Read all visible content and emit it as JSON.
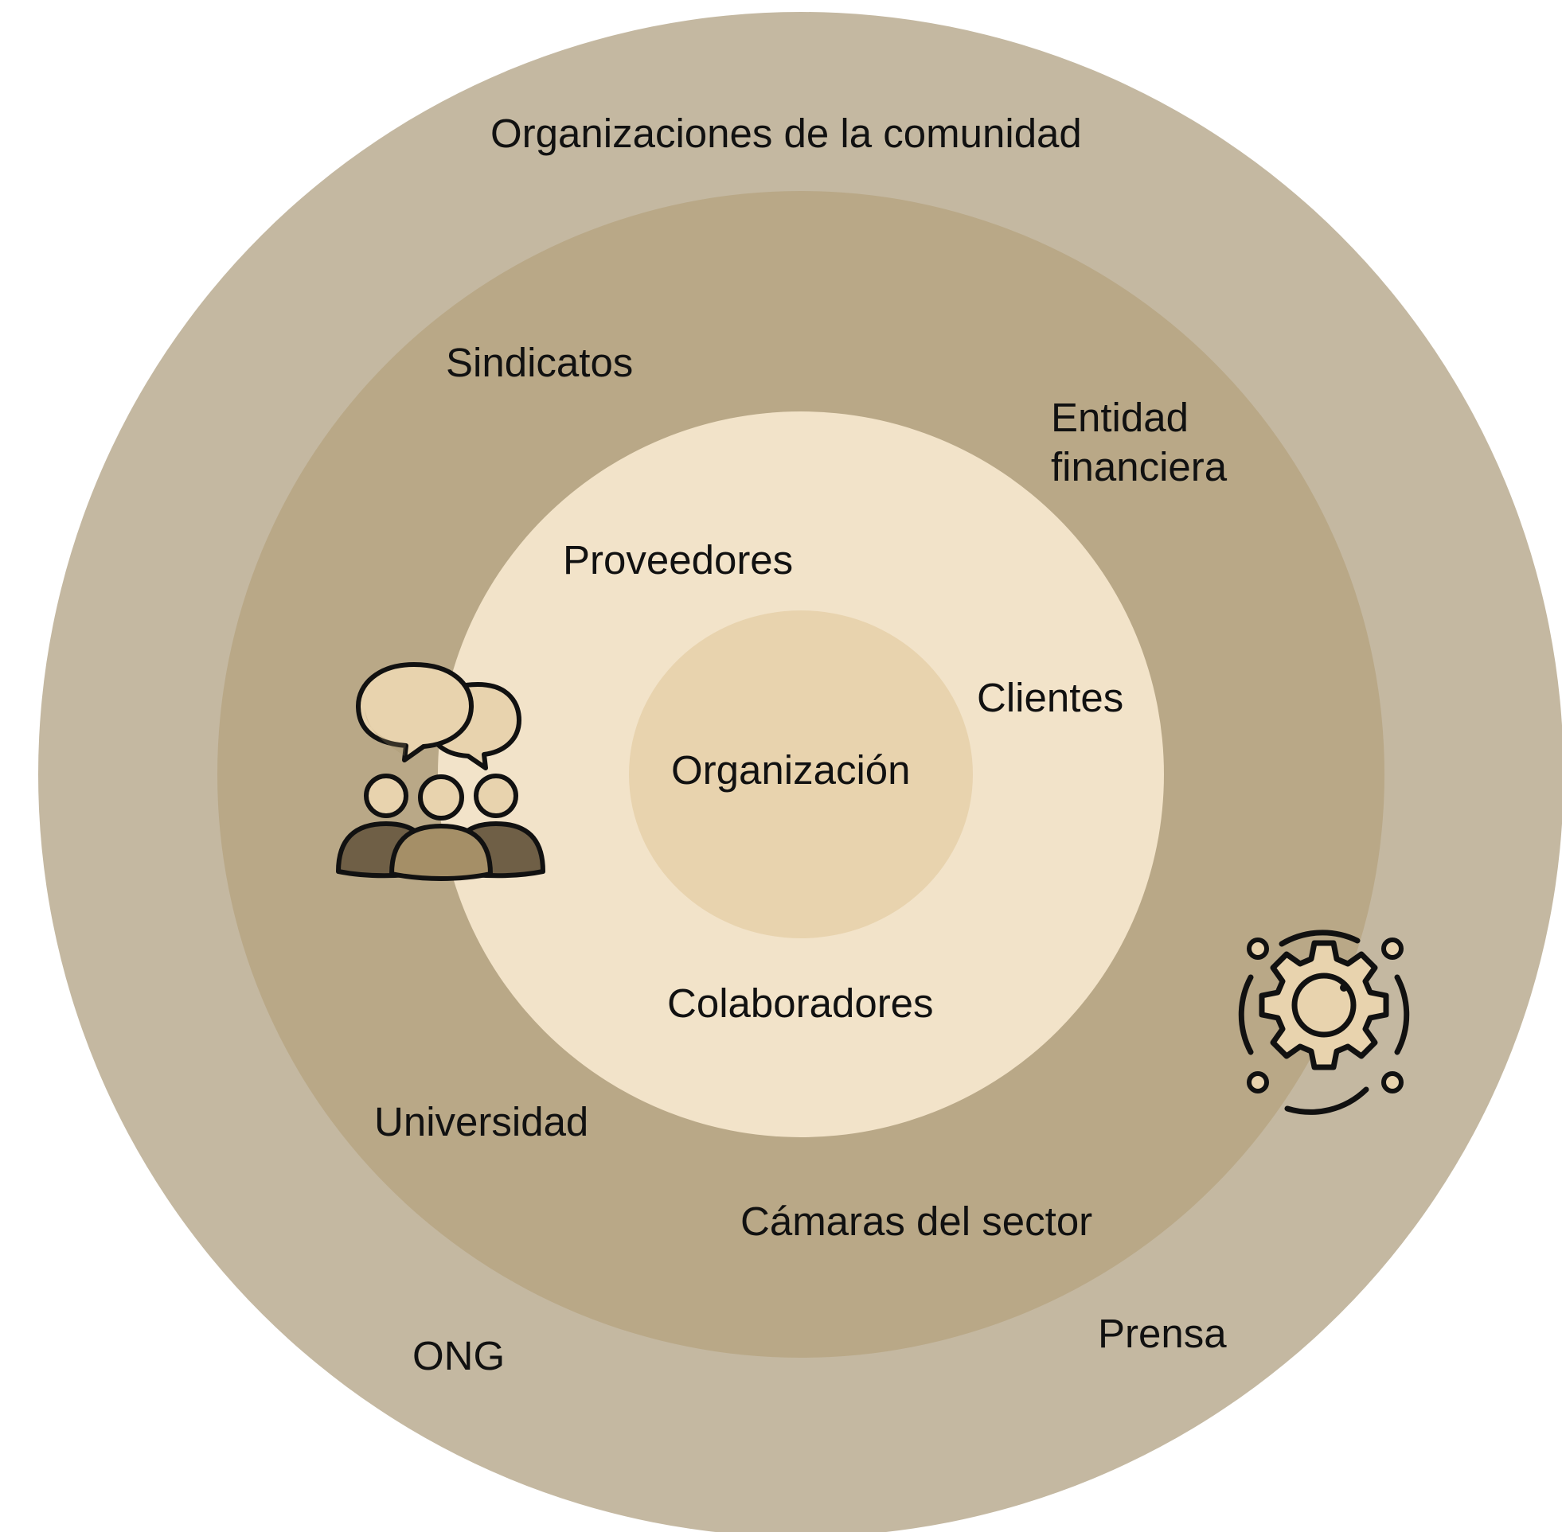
{
  "colors": {
    "ring_outer": "#c4b8a1",
    "ring_middle": "#b9a887",
    "ring_inner": "#f2e3c9",
    "core": "#e8d3ae",
    "icon_outline": "#111111",
    "icon_people_dark": "#6f5f46",
    "icon_people_mid": "#a58f67",
    "icon_people_light": "#e8d3ae",
    "icon_bubble": "#e8d3ae",
    "icon_gear": "#e8d3ae"
  },
  "rings": {
    "outer": {
      "labels": {
        "community": "Organizaciones de la comunidad",
        "ngo": "ONG",
        "press": "Prensa"
      }
    },
    "middle": {
      "labels": {
        "unions": "Sindicatos",
        "financial_line1": "Entidad",
        "financial_line2": "financiera",
        "university": "Universidad",
        "chambers": "Cámaras del sector"
      }
    },
    "inner": {
      "labels": {
        "suppliers": "Proveedores",
        "clients": "Clientes",
        "collaborators": "Colaboradores"
      }
    },
    "core": {
      "label": "Organización"
    }
  },
  "icons": {
    "people": "people-conversation-icon",
    "gear": "gear-cycle-icon"
  }
}
